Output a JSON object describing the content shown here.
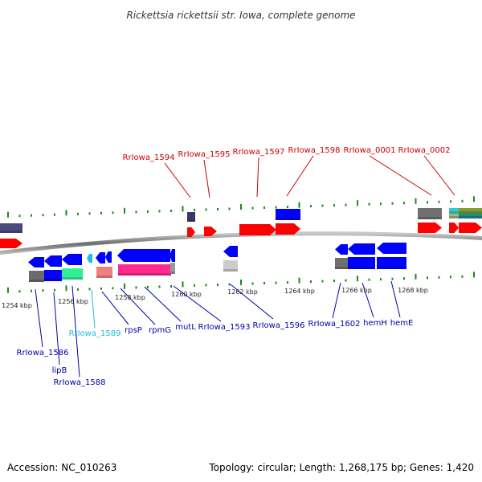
{
  "title": "Rickettsia rickettsii str. Iowa, complete genome",
  "footer": {
    "accession": "Accession: NC_010263",
    "summary": "Topology: circular; Length: 1,268,175 bp; Genes: 1,420"
  },
  "scale_labels": [
    "1254 kbp",
    "1256 kbp",
    "1258 kbp",
    "1260 kbp",
    "1262 kbp",
    "1264 kbp",
    "1266 kbp",
    "1268 kbp"
  ],
  "colors": {
    "forward_gene": "#ff0000",
    "reverse_gene": "#0000ff",
    "forward_label": "#cc0000",
    "reverse_label": "#0000aa",
    "trna_label": "#22bbdd",
    "tick": "#1a8a1a",
    "backbone": "#888888"
  },
  "forward_labels": [
    {
      "text": "RrIowa_1594"
    },
    {
      "text": "RrIowa_1595"
    },
    {
      "text": "RrIowa_1597"
    },
    {
      "text": "RrIowa_1598"
    },
    {
      "text": "RrIowa_0001"
    },
    {
      "text": "RrIowa_0002"
    }
  ],
  "reverse_labels": [
    {
      "text": "RrIowa_1586"
    },
    {
      "text": "lipB"
    },
    {
      "text": "RrIowa_1588"
    },
    {
      "text": "RrIowa_1589"
    },
    {
      "text": "rpsP"
    },
    {
      "text": "rpmG"
    },
    {
      "text": "mutL"
    },
    {
      "text": "RrIowa_1593"
    },
    {
      "text": "RrIowa_1596"
    },
    {
      "text": "RrIowa_1602"
    },
    {
      "text": "hemH"
    },
    {
      "text": "hemE"
    }
  ]
}
